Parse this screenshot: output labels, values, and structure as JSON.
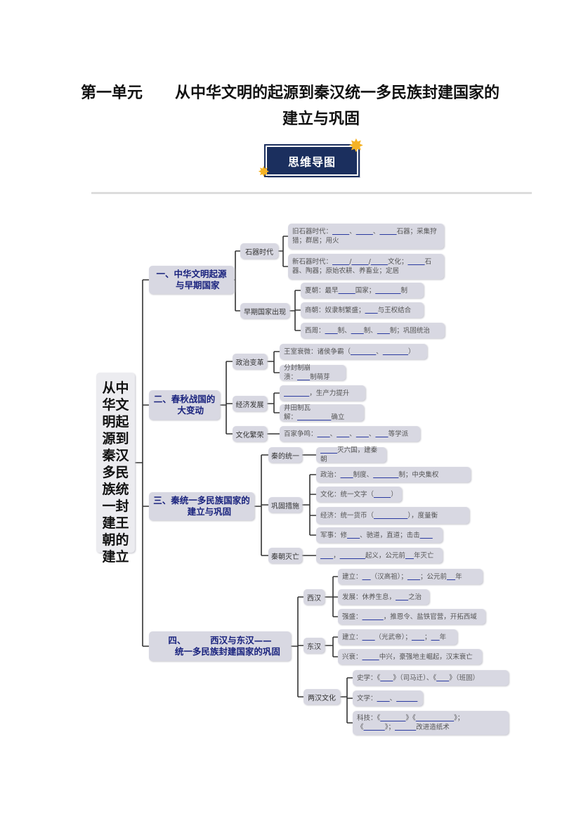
{
  "title": {
    "line1": "第一单元      从中华文明的起源到秦汉统一多民族封建国家的",
    "line2": "建立与巩固"
  },
  "badge": {
    "label": "思维导图",
    "star_color": "#f5b325",
    "bg_color": "#1b2f5e"
  },
  "mindmap": {
    "root": "从中华文明起源到秦汉多民族统一封建王朝的建立",
    "sections": [
      {
        "label": "一、中华文明起源\n    与早期国家",
        "groups": [
          {
            "label": "石器时代",
            "items": [
              "旧石器时代：____、____、____石器；采集狩猎；群居；用火",
              "新石器时代：____/____/____文化；____石器、陶器；原始农耕、养畜业；定居"
            ]
          },
          {
            "label": "早期国家出现",
            "items": [
              "夏朝：最早____国家；______制",
              "商朝：奴隶制繁盛；___与王权结合",
              "西周：___制、___制、___制；巩固统治"
            ]
          }
        ]
      },
      {
        "label": "二、春秋战国的\n    大变动",
        "groups": [
          {
            "label": "政治变革",
            "items": [
              "王室衰微：诸侯争霸（______、______）",
              "分封制崩溃：___制萌芽"
            ]
          },
          {
            "label": "经济发展",
            "items": [
              "______，生产力提升",
              "井田制瓦解：________确立"
            ]
          },
          {
            "label": "文化繁荣",
            "items": [
              "百家争鸣：___、___、___、___等学派"
            ]
          }
        ]
      },
      {
        "label": "三、秦统一多民族国家的\n     建立与巩固",
        "groups": [
          {
            "label": "秦的统一",
            "items": [
              "____灭六国，建秦朝"
            ]
          },
          {
            "label": "巩固措施",
            "items": [
              "政治：___制度、______制；中央集权",
              "文化：统一文字（____）",
              "经济：统一货币（________），度量衡",
              "军事：修___、驰道，直道；击击___"
            ]
          },
          {
            "label": "秦朝灭亡",
            "items": [
              "___，______起义，公元前__年灭亡"
            ]
          }
        ]
      },
      {
        "label": "四、        西汉与东汉——\n     统一多民族封建国家的巩固",
        "groups": [
          {
            "label": "西汉",
            "items": [
              "建立：__（汉高祖）；___；公元前__年",
              "发展：休养生息，___之治",
              "强盛：_____，推恩令、盐铁官营，开拓西域"
            ]
          },
          {
            "label": "东汉",
            "items": [
              "建立：___（光武帝）；___；__年",
              "兴衰：____中兴，豪强地主崛起，汉末衰亡"
            ]
          },
          {
            "label": "两汉文化",
            "items": [
              "史学：《___》（司马迁）、《___》（班固）",
              "文学：___、_____",
              "科技：《______》《_________》；《_____》；_____改进造纸术"
            ]
          }
        ]
      }
    ]
  }
}
